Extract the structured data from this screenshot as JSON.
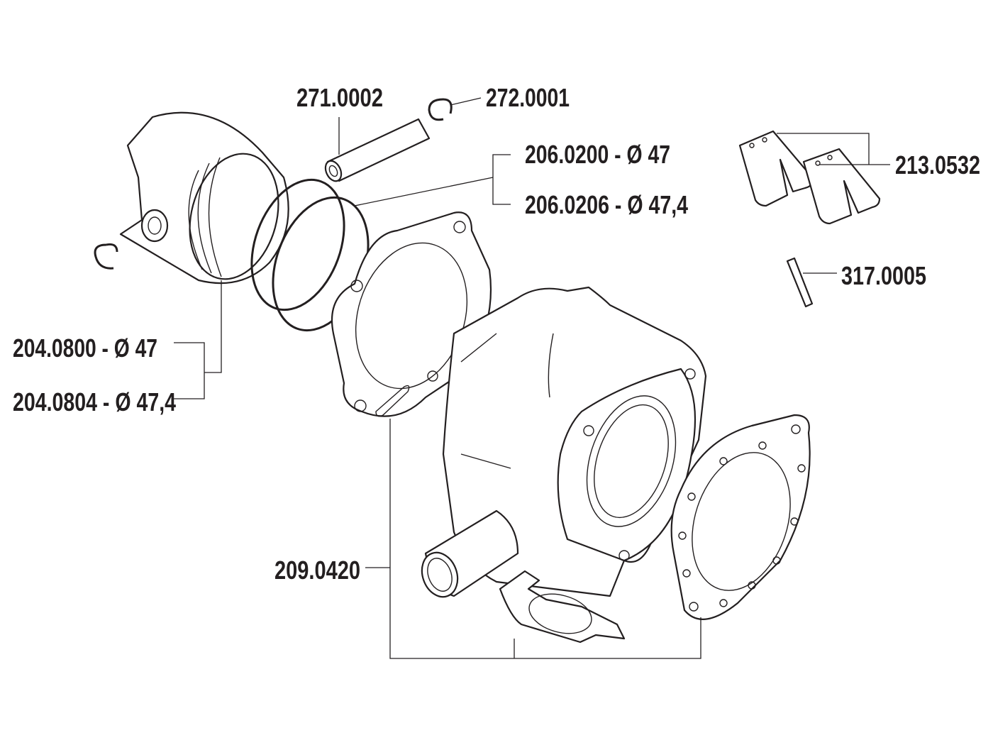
{
  "labels": {
    "pin": "271.0002",
    "clip": "272.0001",
    "rings_47": "206.0200 - Ø 47",
    "rings_474": "206.0206 - Ø 47,4",
    "reeds": "213.0532",
    "stud": "317.0005",
    "piston_47": "204.0800 - Ø 47",
    "piston_474": "204.0804 - Ø 47,4",
    "cylinder_kit": "209.0420"
  }
}
